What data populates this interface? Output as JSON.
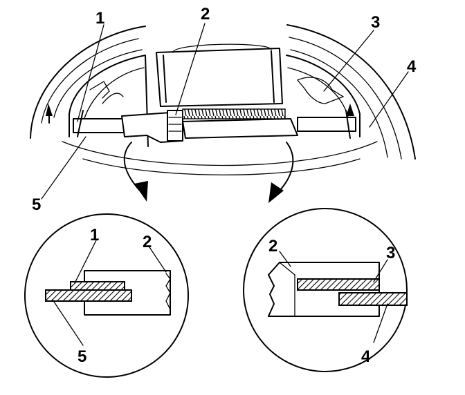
{
  "callouts": {
    "top": {
      "c1": "1",
      "c2": "2",
      "c3": "3",
      "c4": "4",
      "c5": "5"
    },
    "left_detail": {
      "c1": "1",
      "c2": "2",
      "c5": "5"
    },
    "right_detail": {
      "c2": "2",
      "c3": "3",
      "c4": "4"
    }
  },
  "colors": {
    "line": "#000000",
    "background": "#ffffff"
  }
}
